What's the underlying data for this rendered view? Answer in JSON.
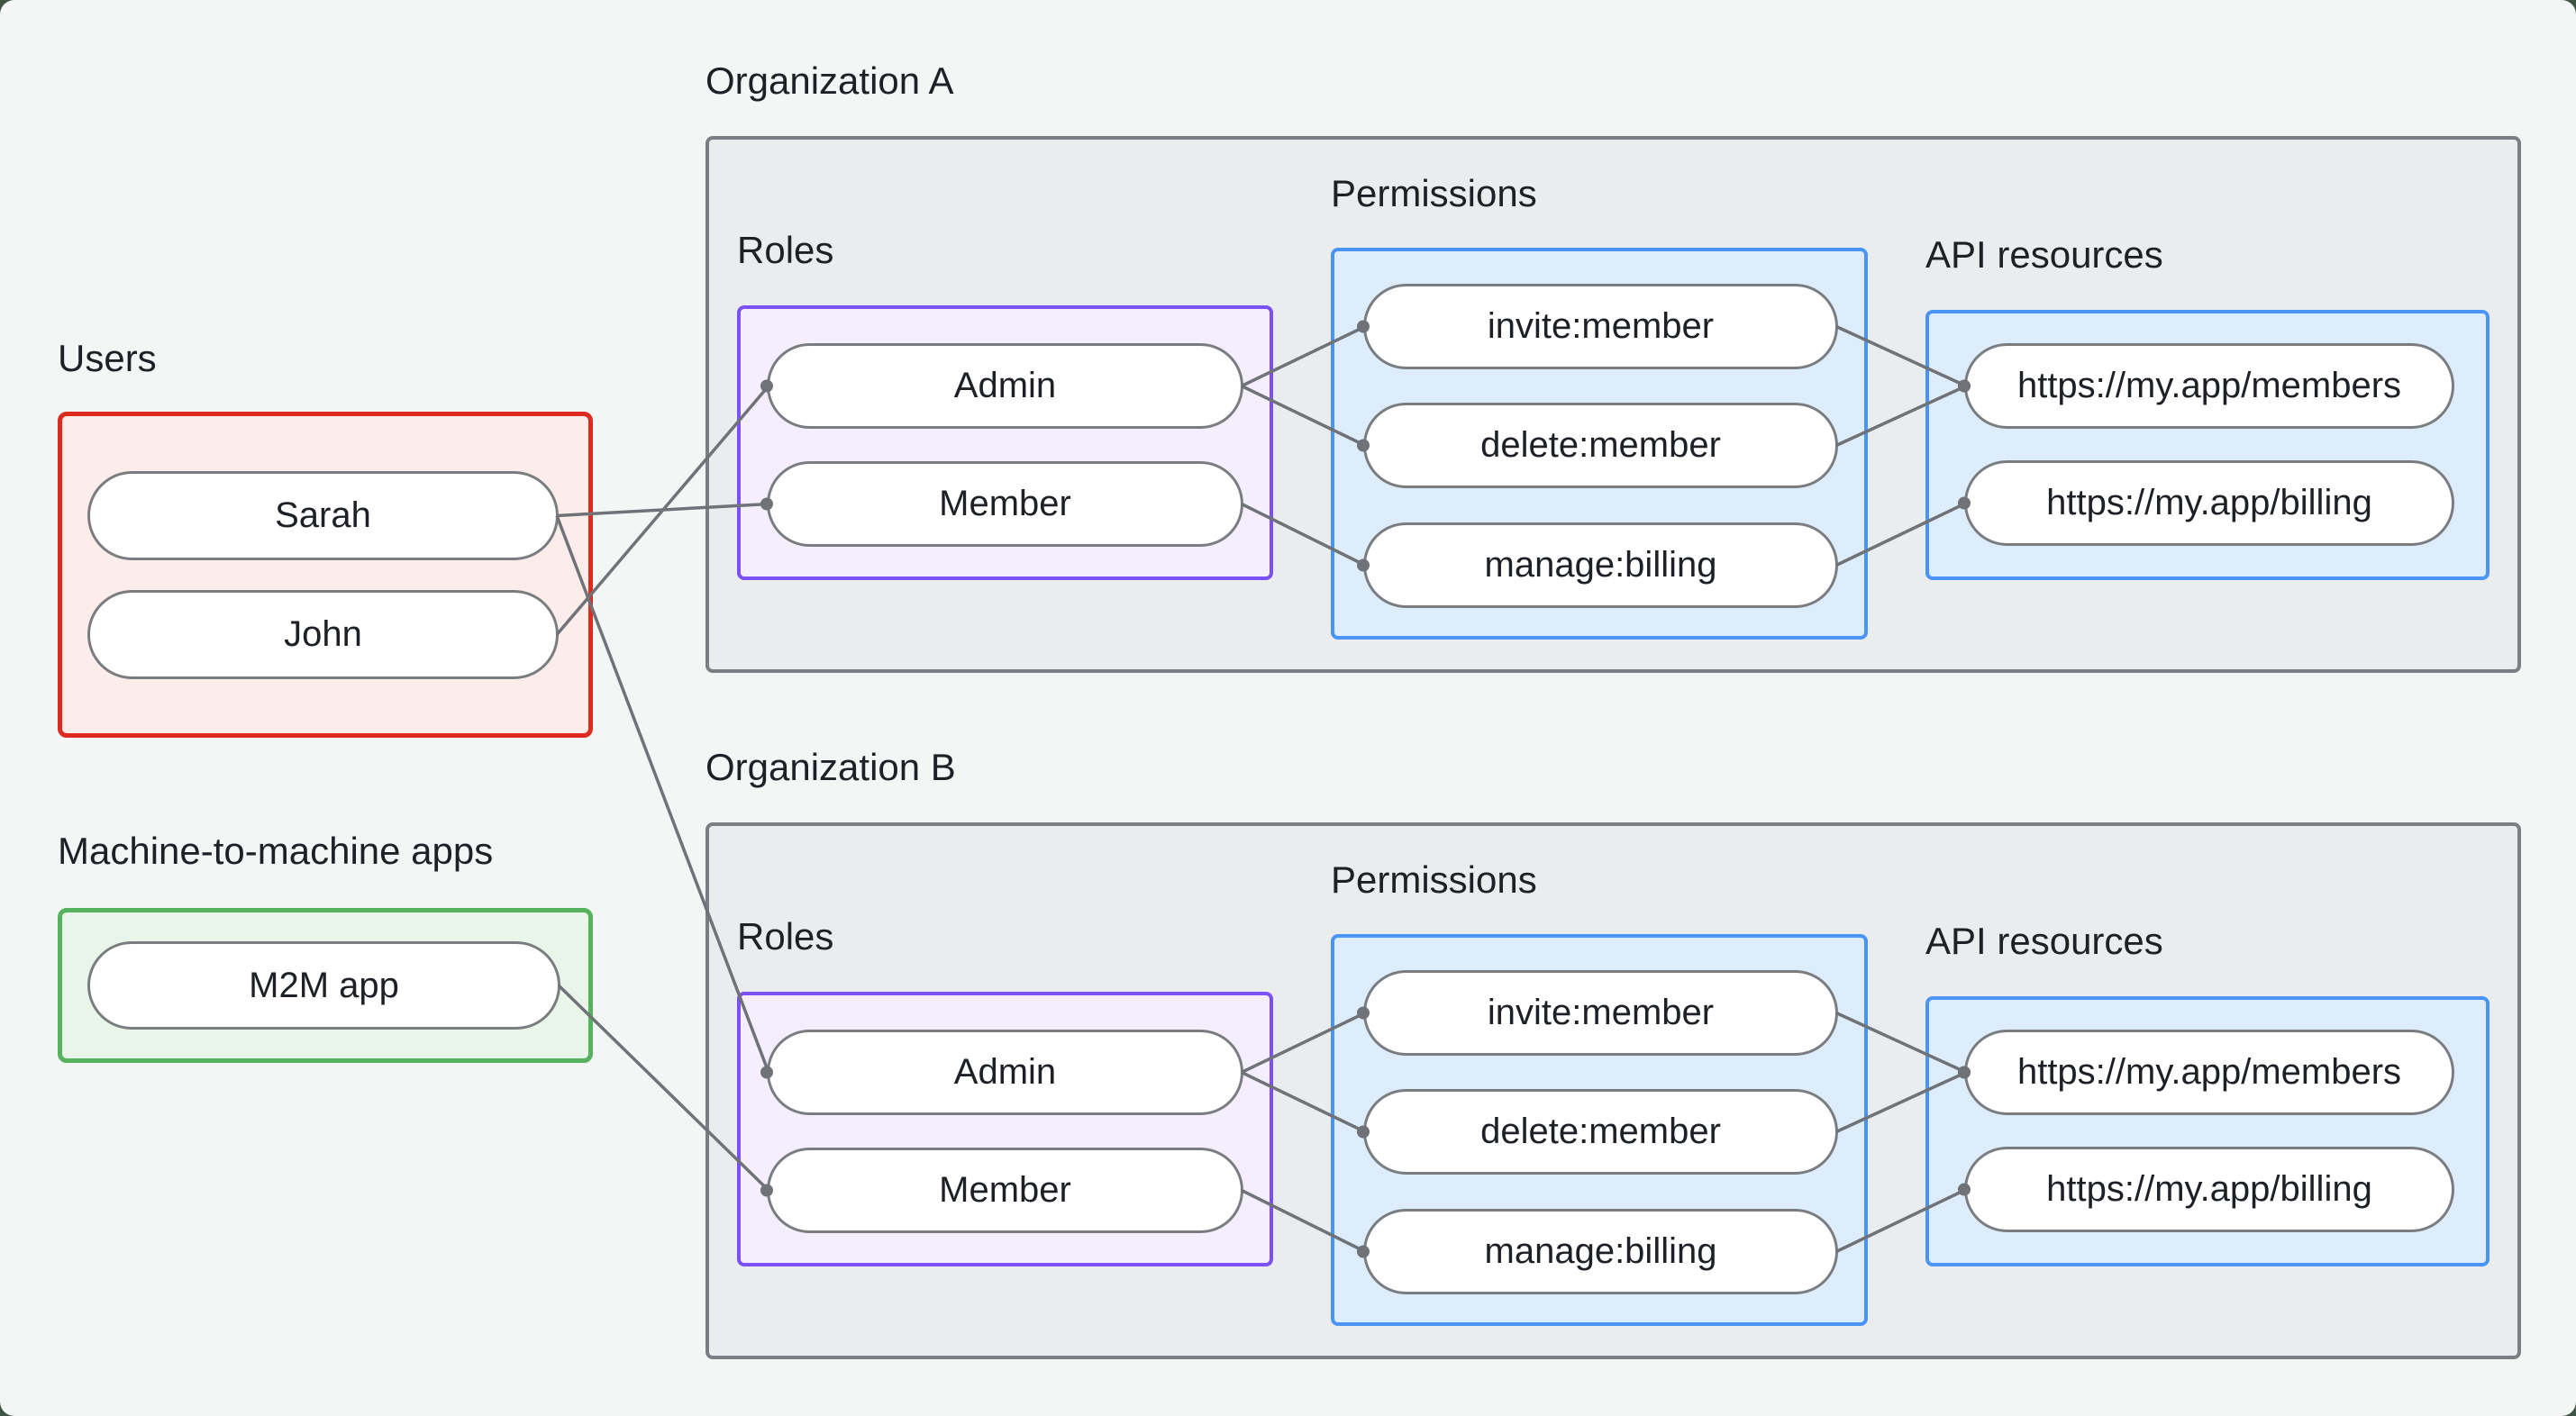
{
  "colors": {
    "page-bg": "#3e5546",
    "card": "#f4f6f6",
    "text": "#1d2125",
    "line": "#6f7277",
    "org-border": "#7b7e82",
    "org-fill": "#ebeced",
    "users-border": "#df2a1f",
    "users-fill": "#fcedeb",
    "m2m-border": "#56b25e",
    "m2m-fill": "#e9f5e9",
    "role-border": "#7b50f4",
    "role-fill": "#f5eefe",
    "blue-border": "#4a94f6",
    "blue-fill": "#deedfc",
    "pill-border": "#7a7d80",
    "pill-fill": "#ffffff"
  },
  "left": {
    "users_label": "Users",
    "users": {
      "sarah": "Sarah",
      "john": "John"
    },
    "m2m_label": "Machine-to-machine apps",
    "m2m_app": "M2M app"
  },
  "org_a": {
    "title": "Organization A",
    "roles_label": "Roles",
    "admin": "Admin",
    "member": "Member",
    "permissions_label": "Permissions",
    "invite": "invite:member",
    "delete": "delete:member",
    "manage": "manage:billing",
    "api_label": "API resources",
    "api_members": "https://my.app/members",
    "api_billing": "https://my.app/billing"
  },
  "org_b": {
    "title": "Organization B",
    "roles_label": "Roles",
    "admin": "Admin",
    "member": "Member",
    "permissions_label": "Permissions",
    "invite": "invite:member",
    "delete": "delete:member",
    "manage": "manage:billing",
    "api_label": "API resources",
    "api_members": "https://my.app/members",
    "api_billing": "https://my.app/billing"
  },
  "edges": [
    {
      "from": "sarah",
      "to": "member-a"
    },
    {
      "from": "john",
      "to": "admin-a"
    },
    {
      "from": "sarah",
      "to": "admin-b"
    },
    {
      "from": "m2m",
      "to": "member-b"
    },
    {
      "from": "admin-a",
      "to": "invite-a"
    },
    {
      "from": "admin-a",
      "to": "delete-a"
    },
    {
      "from": "member-a",
      "to": "manage-a"
    },
    {
      "from": "invite-a",
      "to": "members-a"
    },
    {
      "from": "delete-a",
      "to": "members-a"
    },
    {
      "from": "manage-a",
      "to": "billing-a"
    },
    {
      "from": "admin-b",
      "to": "invite-b"
    },
    {
      "from": "admin-b",
      "to": "delete-b"
    },
    {
      "from": "member-b",
      "to": "manage-b"
    },
    {
      "from": "invite-b",
      "to": "members-b"
    },
    {
      "from": "delete-b",
      "to": "members-b"
    },
    {
      "from": "manage-b",
      "to": "billing-b"
    }
  ],
  "edge_style": {
    "stroke_width": 3.5,
    "dot_radius": 7
  }
}
